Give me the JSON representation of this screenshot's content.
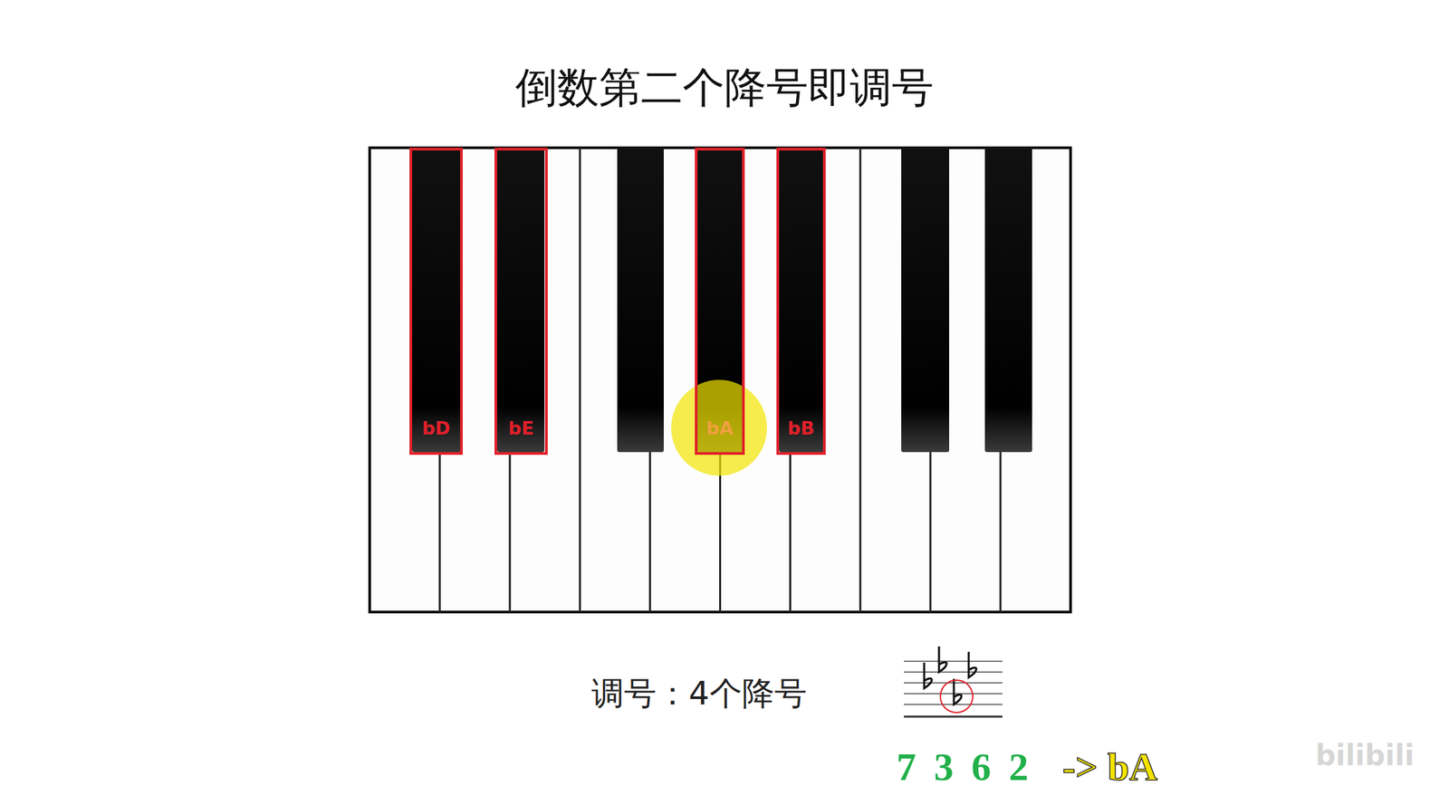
{
  "diagram": {
    "title": "倒数第二个降号即调号",
    "nodes": [
      {
        "text": [
          "bD"
        ]
      },
      {
        "text": [
          "bE"
        ]
      },
      {
        "text": [
          "bA"
        ]
      },
      {
        "text": [
          "bB"
        ]
      }
    ],
    "labels": [
      "调号：4个降号",
      "7 3 6 2",
      "-> bA",
      "bilibili"
    ]
  }
}
